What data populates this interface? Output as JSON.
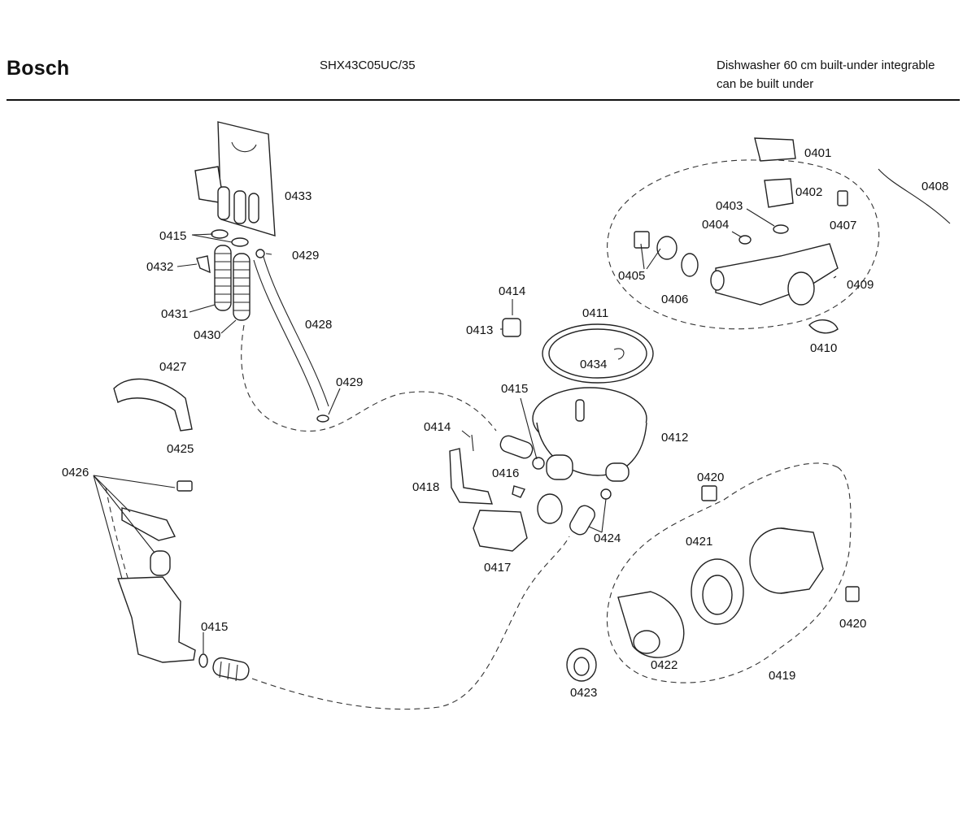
{
  "header": {
    "brand": "Bosch",
    "model": "SHX43C05UC/35",
    "description_line1": "Dishwasher 60 cm built-under integrable",
    "description_line2": "can be built under"
  },
  "parts": {
    "p0401": "0401",
    "p0402": "0402",
    "p0403": "0403",
    "p0404": "0404",
    "p0405": "0405",
    "p0406": "0406",
    "p0407": "0407",
    "p0408": "0408",
    "p0409": "0409",
    "p0410": "0410",
    "p0411": "0411",
    "p0412": "0412",
    "p0413": "0413",
    "p0414a": "0414",
    "p0414b": "0414",
    "p0415a": "0415",
    "p0415b": "0415",
    "p0415c": "0415",
    "p0416": "0416",
    "p0417": "0417",
    "p0418": "0418",
    "p0419": "0419",
    "p0420a": "0420",
    "p0420b": "0420",
    "p0421": "0421",
    "p0422": "0422",
    "p0423": "0423",
    "p0424": "0424",
    "p0425": "0425",
    "p0426": "0426",
    "p0427": "0427",
    "p0428": "0428",
    "p0429a": "0429",
    "p0429b": "0429",
    "p0430": "0430",
    "p0431": "0431",
    "p0432": "0432",
    "p0433": "0433",
    "p0434": "0434"
  }
}
